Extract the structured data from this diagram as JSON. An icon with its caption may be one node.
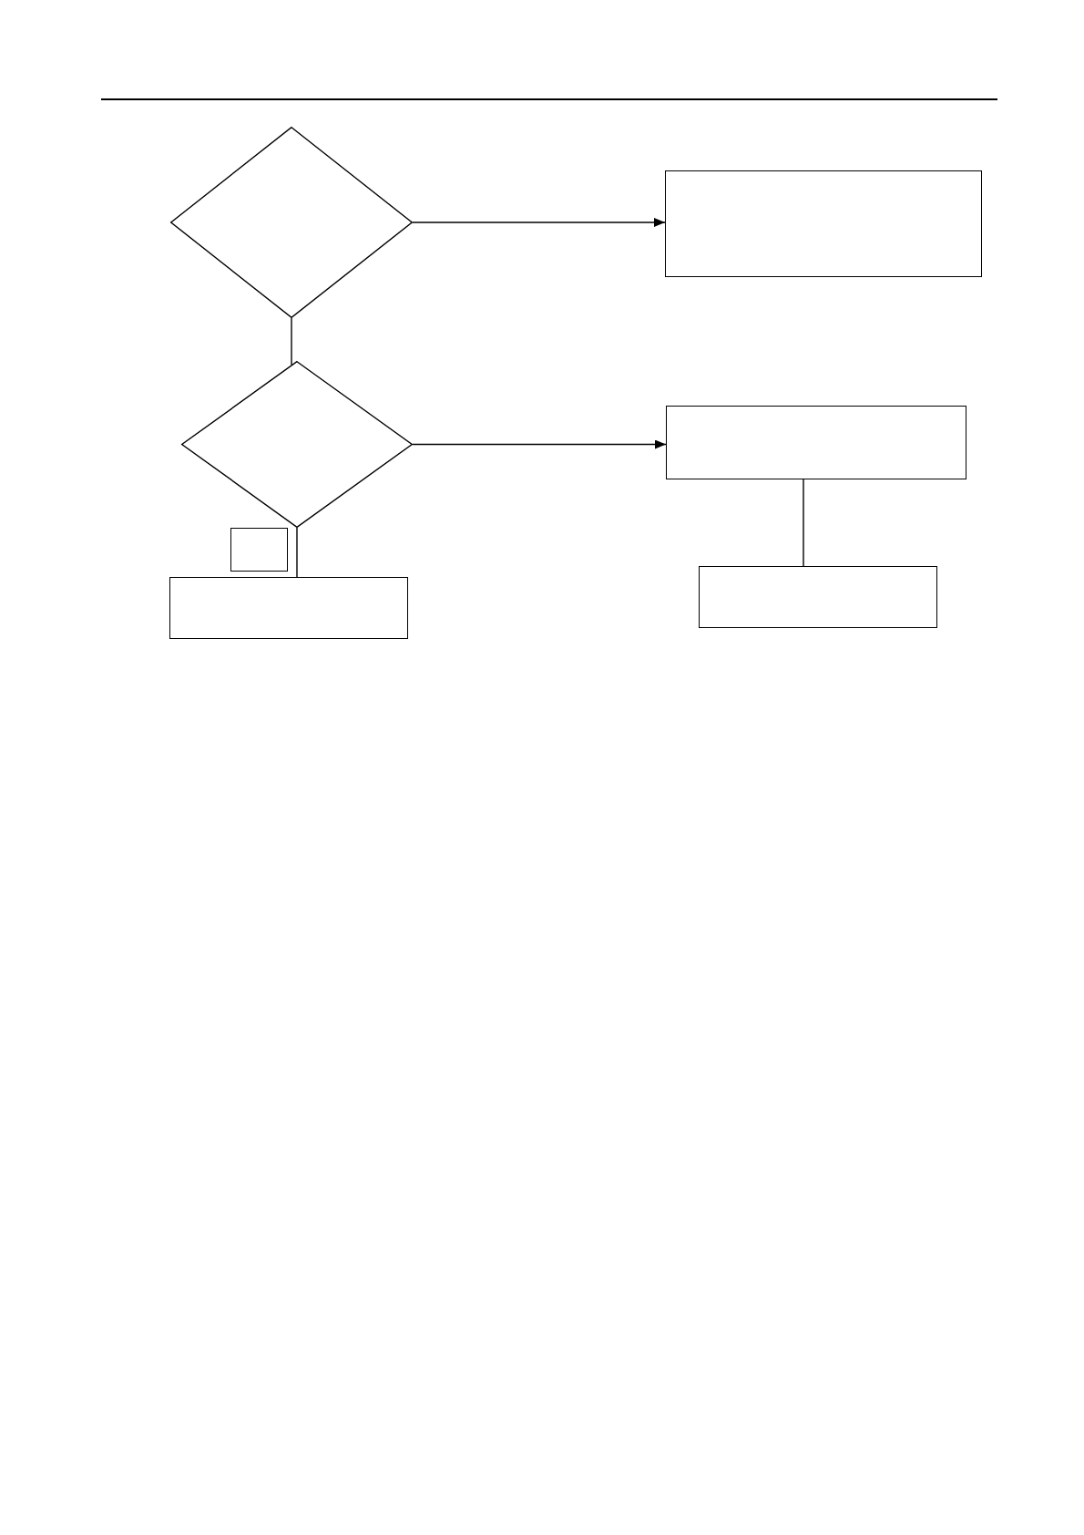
{
  "diagram": {
    "nodes": [
      {
        "text": [],
        "shape": "diamond"
      },
      {
        "text": [],
        "shape": "box"
      },
      {
        "text": [],
        "shape": "diamond"
      },
      {
        "text": [],
        "shape": "box"
      },
      {
        "text": [],
        "shape": "box"
      },
      {
        "text": [],
        "shape": "box"
      },
      {
        "text": [],
        "shape": "box"
      }
    ],
    "edges": [
      {
        "from": 0,
        "to": 1,
        "arrow": "to"
      },
      {
        "from": 0,
        "to": 2,
        "arrow": "none"
      },
      {
        "from": 2,
        "to": 3,
        "arrow": "to"
      },
      {
        "from": 2,
        "to": 5,
        "arrow": "none"
      },
      {
        "from": 3,
        "to": 6,
        "arrow": "none"
      }
    ]
  }
}
